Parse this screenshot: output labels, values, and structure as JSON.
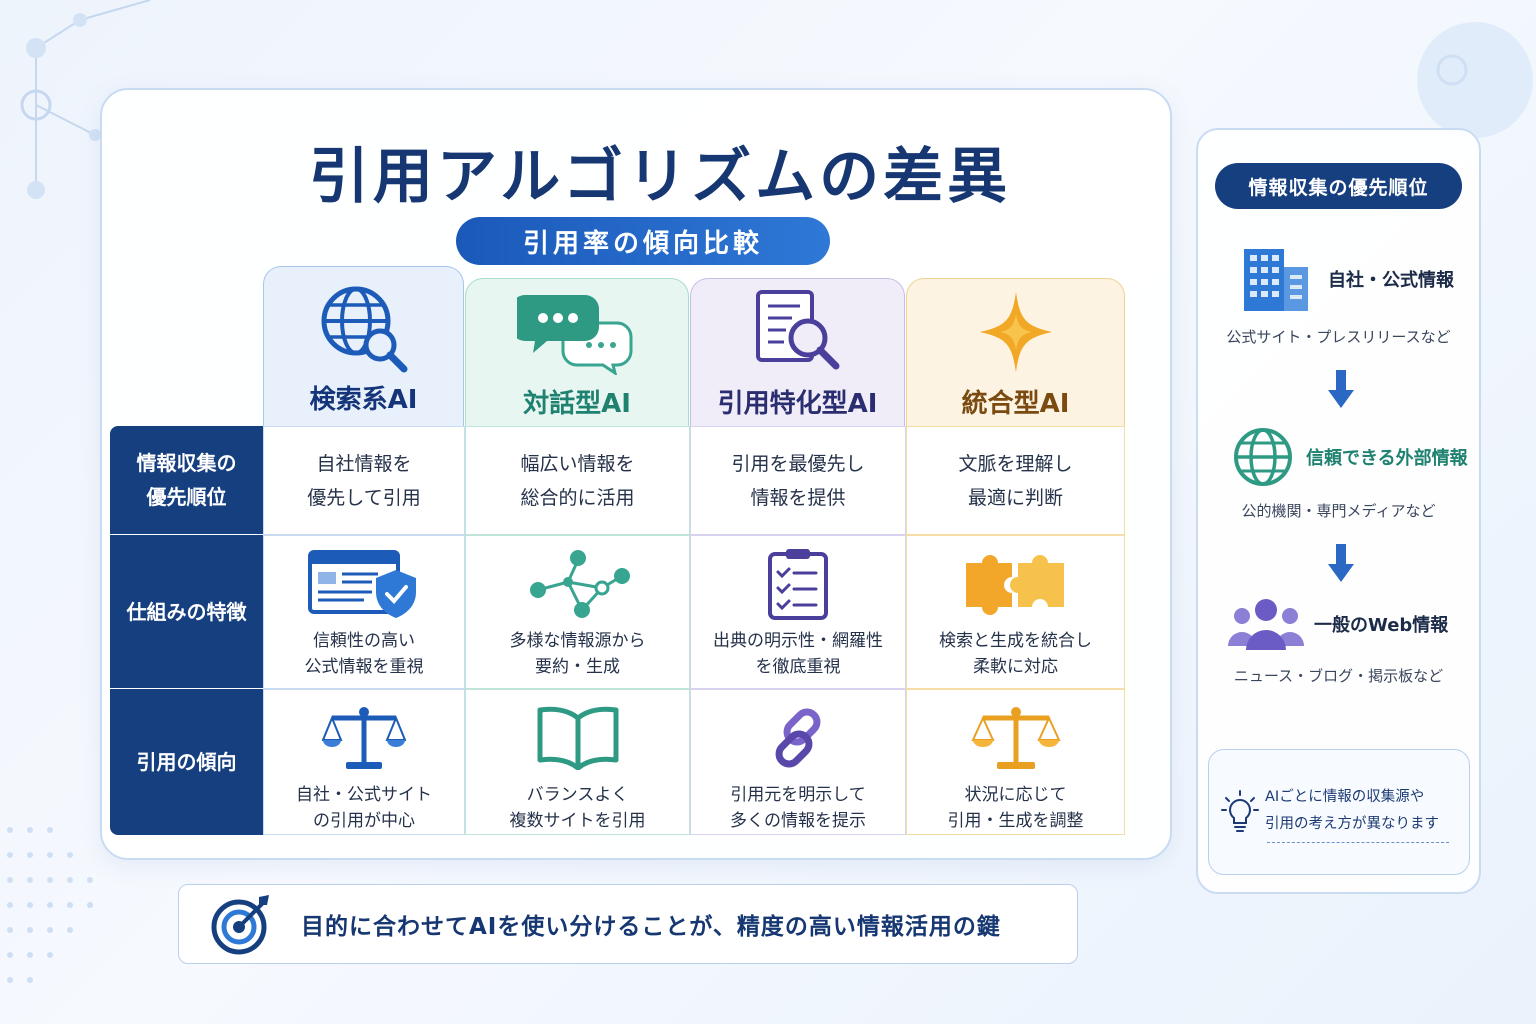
{
  "title": "引用アルゴリズムの差異",
  "subtitle": "引用率の傾向比較",
  "columns": [
    {
      "label": "検索系AI",
      "color": "#15357a",
      "bg": "#e7f0fb",
      "border": "#a9c6ec",
      "icon": "globe-search-icon"
    },
    {
      "label": "対話型AI",
      "color": "#1f8170",
      "bg": "#e8f6f2",
      "border": "#a8dccd",
      "icon": "chat-bubbles-icon"
    },
    {
      "label": "引用特化型AI",
      "color": "#2a2d6f",
      "bg": "#f0edf9",
      "border": "#c6bde8",
      "icon": "document-search-icon"
    },
    {
      "label": "統合型AI",
      "color": "#7a4a10",
      "bg": "#fdf3e2",
      "border": "#f2d291",
      "icon": "sparkle-icon"
    }
  ],
  "rows": [
    {
      "label_line1": "情報収集の",
      "label_line2": "優先順位"
    },
    {
      "label_line1": "仕組みの特徴",
      "label_line2": ""
    },
    {
      "label_line1": "引用の傾向",
      "label_line2": ""
    }
  ],
  "cells": {
    "priority": [
      {
        "line1": "自社情報を",
        "line2": "優先して引用"
      },
      {
        "line1": "幅広い情報を",
        "line2": "総合的に活用"
      },
      {
        "line1": "引用を最優先し",
        "line2": "情報を提供"
      },
      {
        "line1": "文脈を理解し",
        "line2": "最適に判断"
      }
    ],
    "mechanism": [
      {
        "line1": "信頼性の高い",
        "line2": "公式情報を重視",
        "icon": "web-shield-icon"
      },
      {
        "line1": "多様な情報源から",
        "line2": "要約・生成",
        "icon": "network-nodes-icon"
      },
      {
        "line1": "出典の明示性・網羅性",
        "line2": "を徹底重視",
        "icon": "checklist-clipboard-icon"
      },
      {
        "line1": "検索と生成を統合し",
        "line2": "柔軟に対応",
        "icon": "puzzle-icon"
      }
    ],
    "tendency": [
      {
        "line1": "自社・公式サイト",
        "line2": "の引用が中心",
        "icon": "scales-icon"
      },
      {
        "line1": "バランスよく",
        "line2": "複数サイトを引用",
        "icon": "open-book-icon"
      },
      {
        "line1": "引用元を明示して",
        "line2": "多くの情報を提示",
        "icon": "chain-link-icon"
      },
      {
        "line1": "状況に応じて",
        "line2": "引用・生成を調整",
        "icon": "scales-icon"
      }
    ]
  },
  "bottom": {
    "text": "目的に合わせてAIを使い分けることが、精度の高い情報活用の鍵",
    "icon": "target-icon"
  },
  "side": {
    "title": "情報収集の優先順位",
    "items": [
      {
        "label": "自社・公式情報",
        "sub": "公式サイト・プレスリリースなど",
        "icon": "building-icon",
        "color": "#1c2b48"
      },
      {
        "label": "信頼できる外部情報",
        "sub": "公的機関・専門メディアなど",
        "icon": "globe-icon",
        "color": "#1f8170"
      },
      {
        "label": "一般のWeb情報",
        "sub": "ニュース・ブログ・掲示板など",
        "icon": "people-icon",
        "color": "#1c2b48"
      }
    ],
    "note_line1": "AIごとに情報の収集源や",
    "note_line2": "引用の考え方が異なります",
    "note_icon": "lightbulb-icon"
  }
}
